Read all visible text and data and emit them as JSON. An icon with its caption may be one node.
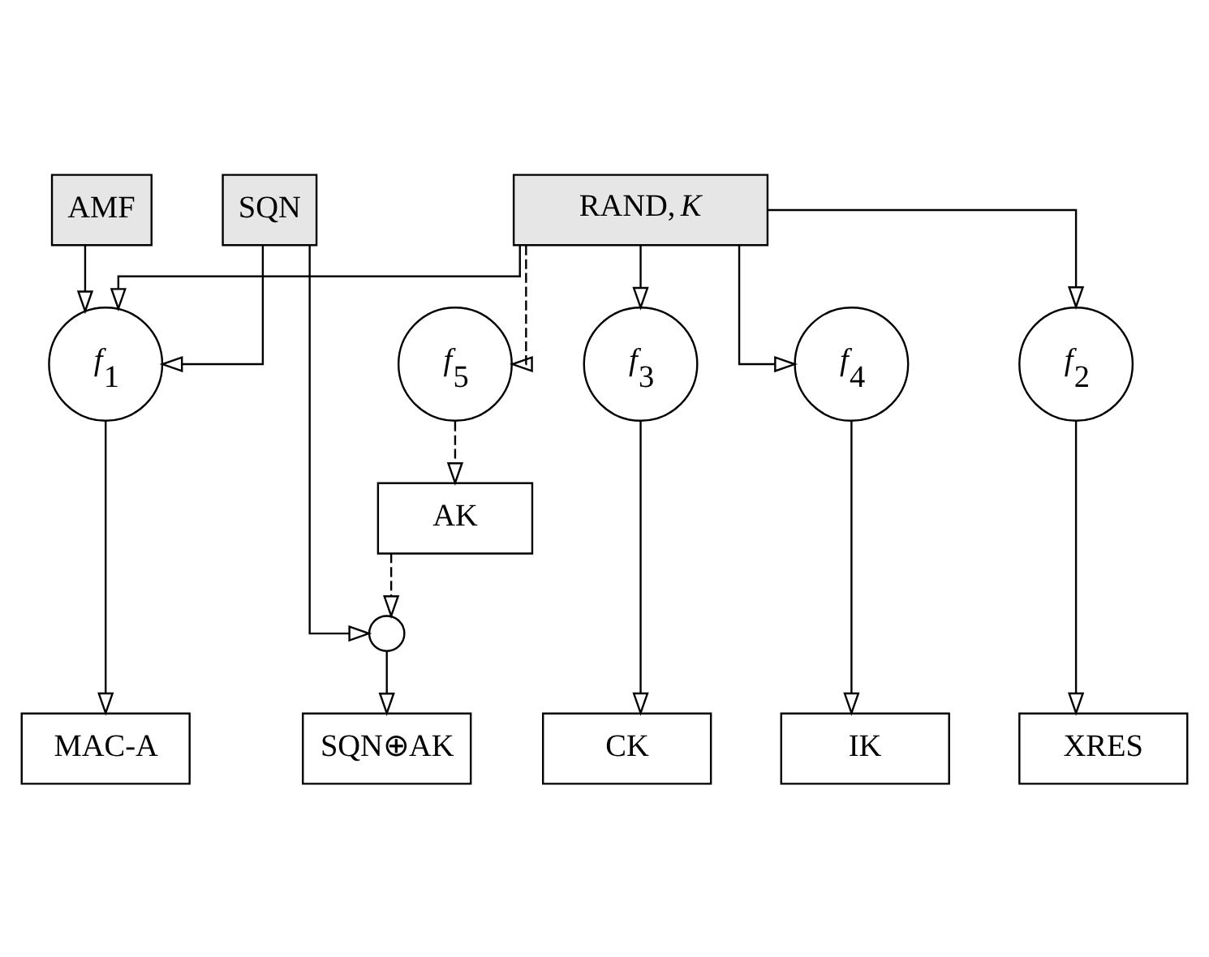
{
  "diagram": {
    "nodes": [
      {
        "text": [
          "RAND, *K*"
        ]
      },
      {
        "text": [
          "*f*$_{5}$"
        ]
      },
      {
        "text": [
          "*f*$_{1}$"
        ]
      },
      {
        "text": [
          "*f*$_{2}$"
        ]
      },
      {
        "text": [
          "*f*$_{3}$"
        ]
      },
      {
        "text": [
          "*f*$_{4}$"
        ]
      },
      {
        "text": [
          "SQN"
        ]
      },
      {
        "text": [
          "AMF"
        ]
      },
      {
        "text": [
          "AK"
        ]
      },
      {
        "text": [],
        "shape": "circle"
      },
      {
        "text": [
          "SQN⊕AK"
        ]
      },
      {
        "text": [
          "MAC-A"
        ]
      },
      {
        "text": [
          "XRES"
        ]
      },
      {
        "text": [
          "CK"
        ]
      },
      {
        "text": [
          "IK"
        ]
      }
    ],
    "edges": [
      {
        "from": 0,
        "to": 1,
        "arrow": "to",
        "style": "dashed"
      },
      {
        "from": 0,
        "to": 2,
        "arrow": "to"
      },
      {
        "from": 0,
        "to": 3,
        "arrow": "to"
      },
      {
        "from": 0,
        "to": 4,
        "arrow": "to"
      },
      {
        "from": 0,
        "to": 5,
        "arrow": "to"
      },
      {
        "from": 6,
        "to": 2,
        "arrow": "to"
      },
      {
        "from": 7,
        "to": 2,
        "arrow": "to"
      },
      {
        "from": 1,
        "to": 8,
        "arrow": "to",
        "style": "dashed"
      },
      {
        "from": 8,
        "to": 9,
        "arrow": "to",
        "style": "dashed"
      },
      {
        "from": 6,
        "to": 9,
        "arrow": "to"
      },
      {
        "from": 9,
        "to": 10,
        "arrow": "to"
      },
      {
        "from": 2,
        "to": 11,
        "arrow": "to"
      },
      {
        "from": 3,
        "to": 12,
        "arrow": "to"
      },
      {
        "from": 4,
        "to": 13,
        "arrow": "to"
      },
      {
        "from": 5,
        "to": 14,
        "arrow": "to"
      }
    ]
  }
}
